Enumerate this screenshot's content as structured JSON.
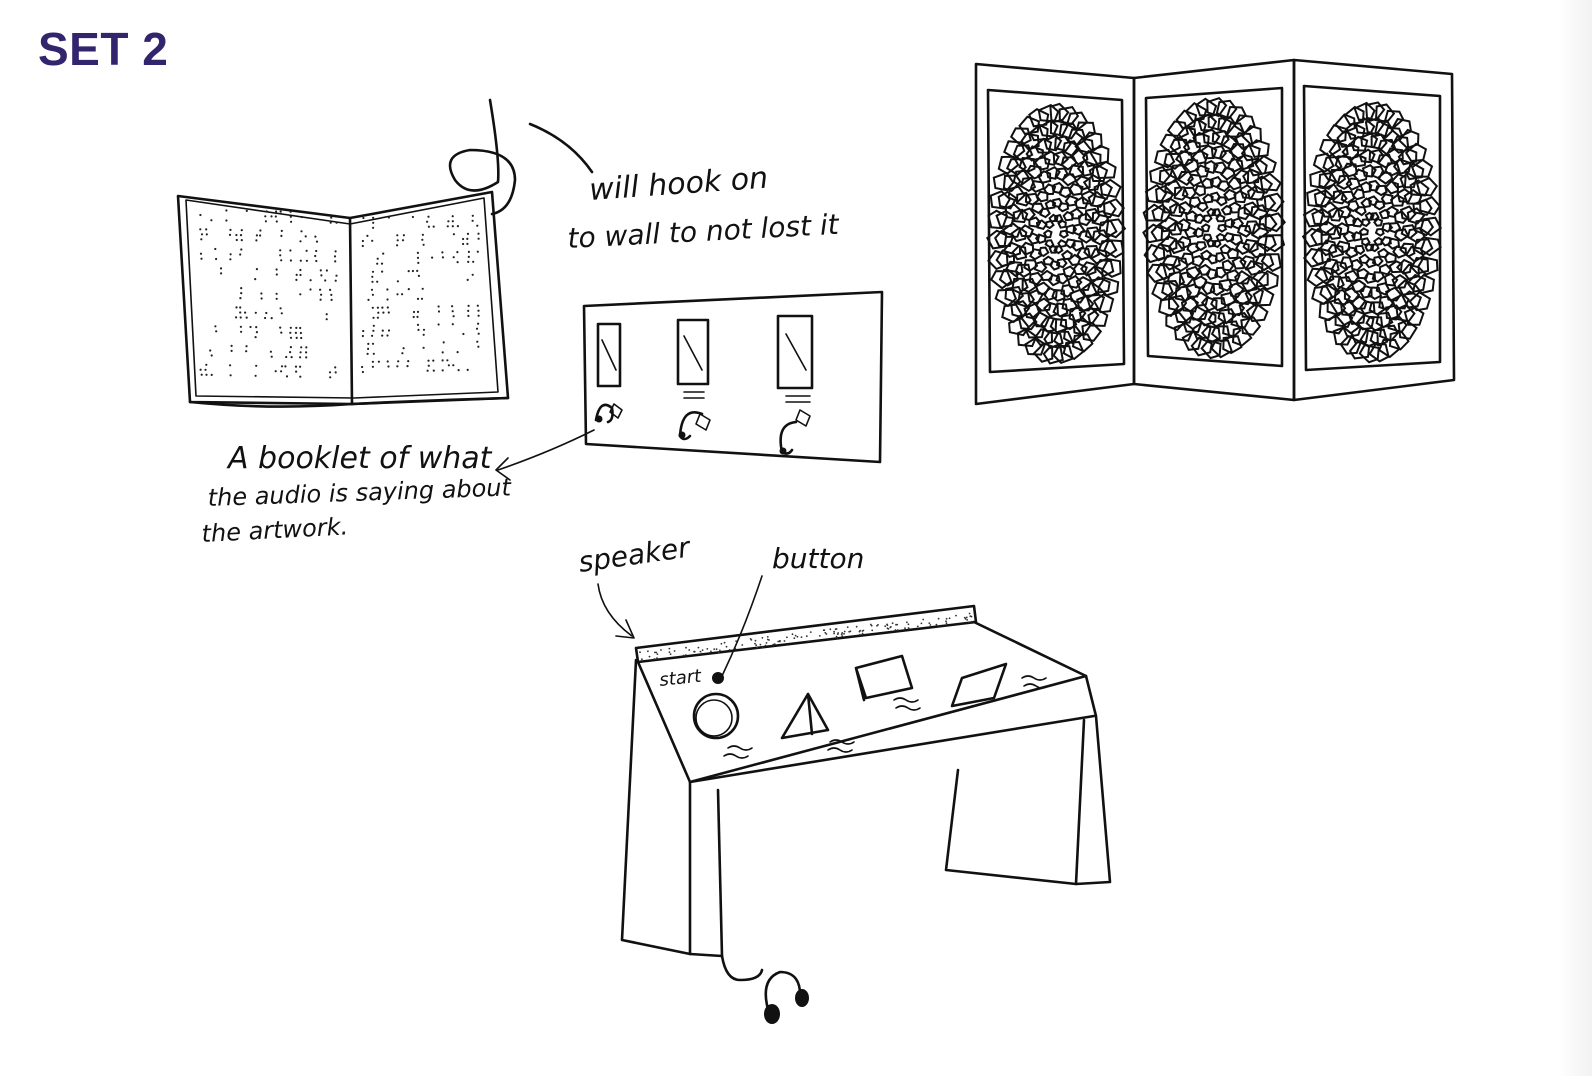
{
  "title": "SET 2",
  "colors": {
    "title": "#33246e",
    "ink": "#111111"
  },
  "annotations": {
    "hook_note_line1": "will hook on",
    "hook_note_line2": "to wall to not lost it",
    "booklet_line1": "A booklet of what",
    "booklet_line2": "the audio is saying about",
    "booklet_line3": "the artwork.",
    "speaker_label": "speaker",
    "button_label": "button",
    "start_label": "start"
  },
  "icons": {
    "booklet": "braille-booklet-icon",
    "wall_panel": "audio-wall-panel-icon",
    "screen": "folding-lattice-screen-icon",
    "table": "tactile-audio-table-icon",
    "headphones": "headphones-icon"
  }
}
